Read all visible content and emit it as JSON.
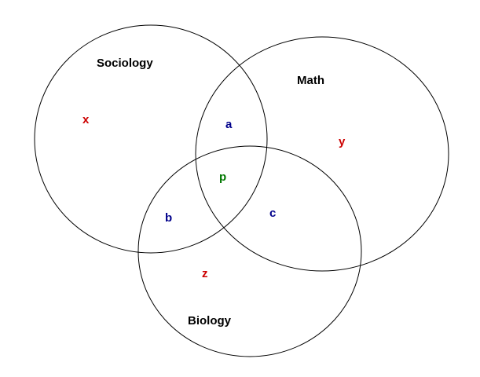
{
  "sets": [
    {
      "key": "sociology",
      "label": "Sociology"
    },
    {
      "key": "math",
      "label": "Math"
    },
    {
      "key": "biology",
      "label": "Biology"
    }
  ],
  "regions": [
    {
      "key": "sociology_only",
      "label": "x",
      "color": "#cc0000"
    },
    {
      "key": "math_only",
      "label": "y",
      "color": "#cc0000"
    },
    {
      "key": "biology_only",
      "label": "z",
      "color": "#cc0000"
    },
    {
      "key": "sociology_math",
      "label": "a",
      "color": "#00008b"
    },
    {
      "key": "sociology_biology",
      "label": "b",
      "color": "#00008b"
    },
    {
      "key": "math_biology",
      "label": "c",
      "color": "#00008b"
    },
    {
      "key": "all_three",
      "label": "p",
      "color": "#007700"
    }
  ]
}
